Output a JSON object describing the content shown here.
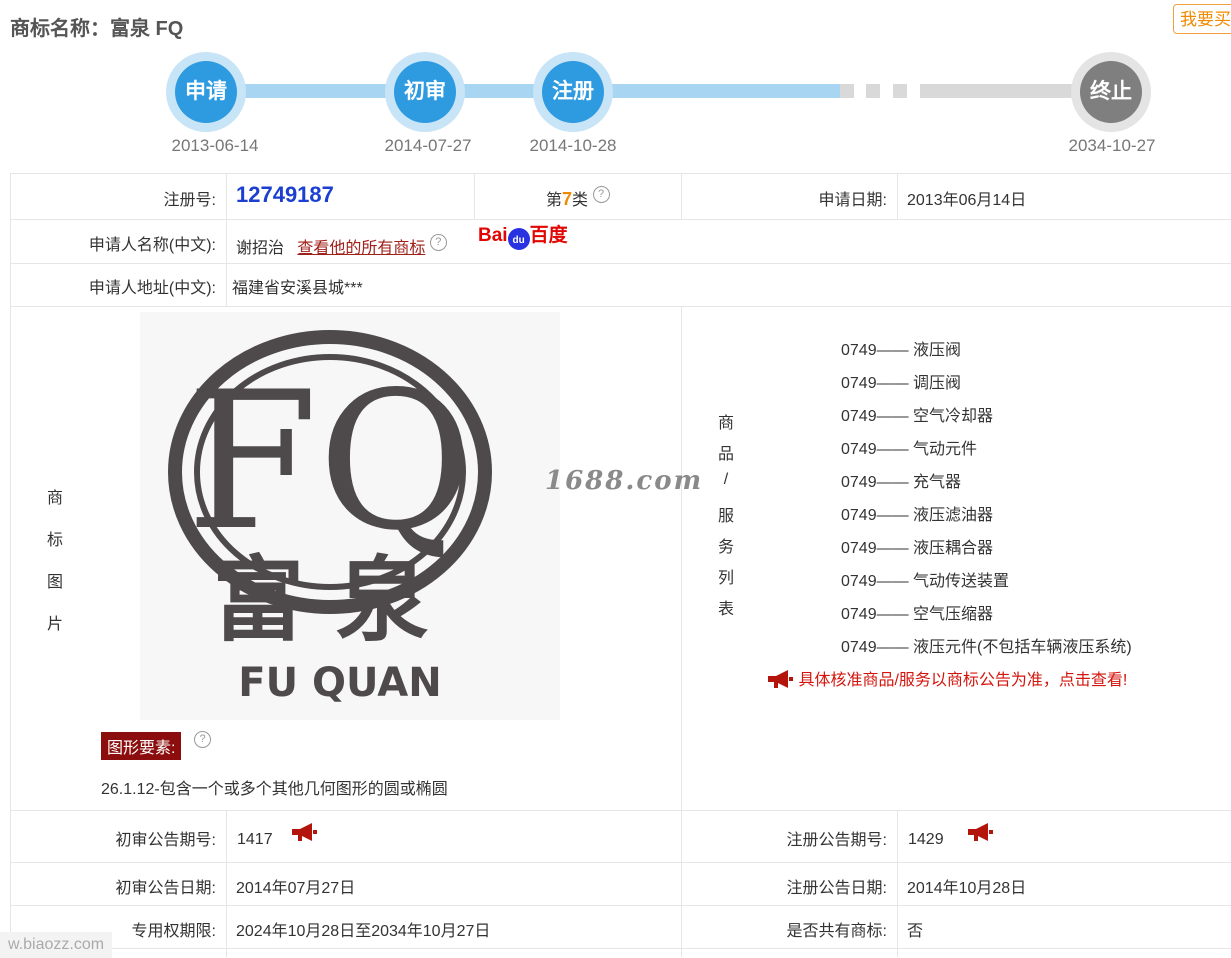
{
  "header": {
    "title": "商标名称：富泉 FQ",
    "buy_button": "我要买"
  },
  "timeline": {
    "steps": [
      {
        "label": "申请",
        "date": "2013-06-14"
      },
      {
        "label": "初审",
        "date": "2014-07-27"
      },
      {
        "label": "注册",
        "date": "2014-10-28"
      },
      {
        "label": "终止",
        "date": "2034-10-27"
      }
    ]
  },
  "info": {
    "reg_no_label": "注册号:",
    "reg_no": "12749187",
    "class_prefix": "第",
    "class_num": "7",
    "class_suffix": "类",
    "apply_date_label": "申请日期:",
    "apply_date": "2013年06月14日",
    "applicant_label": "申请人名称(中文):",
    "applicant": "谢招治",
    "view_all_link": "查看他的所有商标",
    "baidu_text1": "Bai",
    "baidu_paw": "du",
    "baidu_text2": "百度",
    "address_label": "申请人地址(中文):",
    "address": "福建省安溪县城***",
    "image_label_chars": [
      "商",
      "标",
      "图",
      "片"
    ],
    "goods_label_chars": [
      "商",
      "品",
      "/",
      "服",
      "务",
      "列",
      "表"
    ],
    "figure_elements_label": "图形要素:",
    "figure_element": "26.1.12-包含一个或多个其他几何图形的圆或椭圆",
    "watermark": "1688.com",
    "tm_letters": "FQ",
    "tm_chinese": "富 泉",
    "tm_pinyin": "FU  QUAN",
    "goods": [
      "0749—— 液压阀",
      "0749—— 调压阀",
      "0749—— 空气冷却器",
      "0749—— 气动元件",
      "0749—— 充气器",
      "0749—— 液压滤油器",
      "0749—— 液压耦合器",
      "0749—— 气动传送装置",
      "0749—— 空气压缩器",
      "0749—— 液压元件(不包括车辆液压系统)"
    ],
    "goods_notice": "具体核准商品/服务以商标公告为准，点击查看!",
    "prelim_no_label": "初审公告期号:",
    "prelim_no": "1417",
    "reg_notice_no_label": "注册公告期号:",
    "reg_notice_no": "1429",
    "prelim_date_label": "初审公告日期:",
    "prelim_date": "2014年07月27日",
    "reg_notice_date_label": "注册公告日期:",
    "reg_notice_date": "2014年10月28日",
    "validity_label": "专用权期限:",
    "validity": "2024年10月28日至2034年10月27日",
    "shared_label": "是否共有商标:",
    "shared": "否"
  },
  "footer": {
    "watermark": "w.biaozz.com"
  },
  "colors": {
    "accent_blue": "#2e9be0",
    "reg_no_blue": "#1a3fd1",
    "orange": "#f08a00",
    "dark_red": "#8b0d0d",
    "notice_red": "#d4150d"
  }
}
